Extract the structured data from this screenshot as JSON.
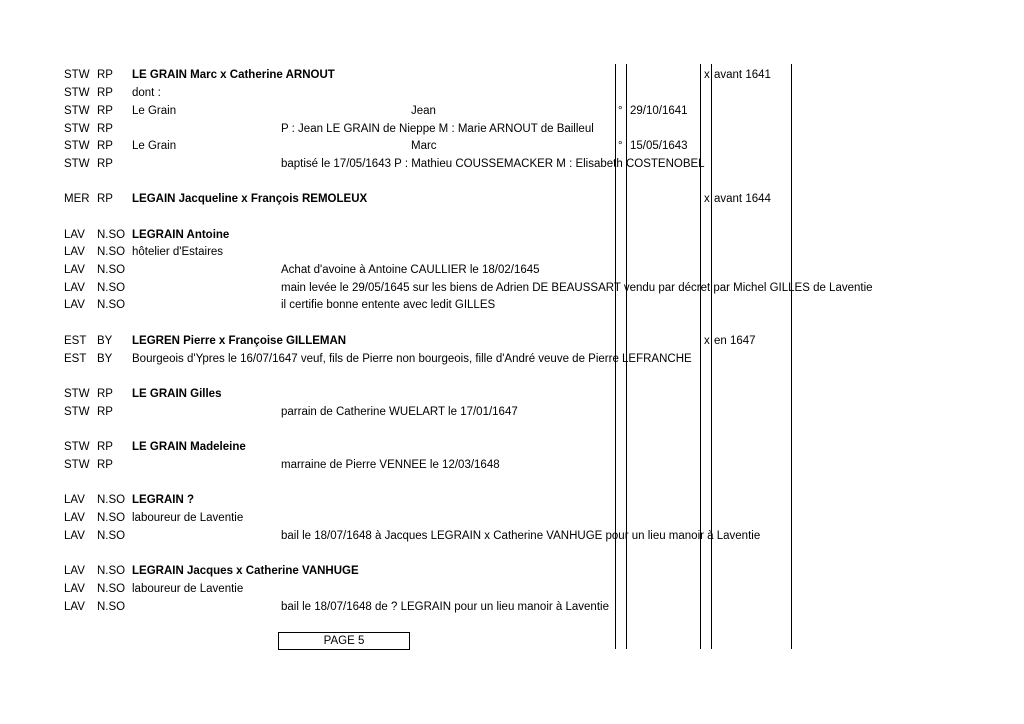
{
  "rows": [
    {
      "code": "STW",
      "src": "RP",
      "name": "LE GRAIN Marc x Catherine ARNOUT",
      "x": "x",
      "when": "avant 1641"
    },
    {
      "code": "STW",
      "src": "RP",
      "name": "dont :"
    },
    {
      "code": "STW",
      "src": "RP",
      "name": "Le Grain",
      "given": "Jean",
      "deg": "°",
      "date": "29/10/1641"
    },
    {
      "code": "STW",
      "src": "RP",
      "note": "P : Jean LE GRAIN de Nieppe M : Marie ARNOUT de Bailleul"
    },
    {
      "code": "STW",
      "src": "RP",
      "name": "Le Grain",
      "given": "Marc",
      "deg": "°",
      "date": "15/05/1643"
    },
    {
      "code": "STW",
      "src": "RP",
      "note": "baptisé le 17/05/1643 P : Mathieu COUSSEMACKER M : Elisabeth COSTENOBEL"
    },
    {
      "code": "MER",
      "src": "RP",
      "name": "LEGAIN Jacqueline x François REMOLEUX",
      "x": "x",
      "when": "avant 1644"
    },
    {
      "code": "LAV",
      "src": "N.SO",
      "name": "LEGRAIN Antoine"
    },
    {
      "code": "LAV",
      "src": "N.SO",
      "name": "hôtelier d'Estaires"
    },
    {
      "code": "LAV",
      "src": "N.SO",
      "note": "Achat d'avoine à Antoine CAULLIER le 18/02/1645"
    },
    {
      "code": "LAV",
      "src": "N.SO",
      "note": "main levée le 29/05/1645 sur les biens de Adrien DE BEAUSSART vendu par décret par Michel GILLES de Laventie"
    },
    {
      "code": "LAV",
      "src": "N.SO",
      "note": " il certifie bonne entente avec ledit GILLES"
    },
    {
      "code": "EST",
      "src": "BY",
      "name": "LEGREN Pierre x Françoise GILLEMAN",
      "x": "x",
      "when": "en 1647"
    },
    {
      "code": "EST",
      "src": "BY",
      "name": "Bourgeois d'Ypres le 16/07/1647 veuf, fils de Pierre non bourgeois, fille d'André veuve de Pierre LEFRANCHE"
    },
    {
      "code": "STW",
      "src": "RP",
      "name": "LE GRAIN Gilles"
    },
    {
      "code": "STW",
      "src": "RP",
      "note": "parrain de Catherine WUELART le 17/01/1647"
    },
    {
      "code": "STW",
      "src": "RP",
      "name": "LE GRAIN Madeleine"
    },
    {
      "code": "STW",
      "src": "RP",
      "note": "marraine de Pierre VENNEE le 12/03/1648"
    },
    {
      "code": "LAV",
      "src": "N.SO",
      "name": "LEGRAIN ?"
    },
    {
      "code": "LAV",
      "src": "N.SO",
      "name": "laboureur de Laventie"
    },
    {
      "code": "LAV",
      "src": "N.SO",
      "note": "bail le 18/07/1648 à Jacques LEGRAIN x Catherine VANHUGE pour un lieu manoir à Laventie"
    },
    {
      "code": "LAV",
      "src": "N.SO",
      "name": "LEGRAIN Jacques x Catherine VANHUGE"
    },
    {
      "code": "LAV",
      "src": "N.SO",
      "name": "laboureur de Laventie"
    },
    {
      "code": "LAV",
      "src": "N.SO",
      "note": "bail le 18/07/1648 de ? LEGRAIN pour un lieu manoir à Laventie"
    }
  ],
  "footer": {
    "page_label": "PAGE 5"
  }
}
